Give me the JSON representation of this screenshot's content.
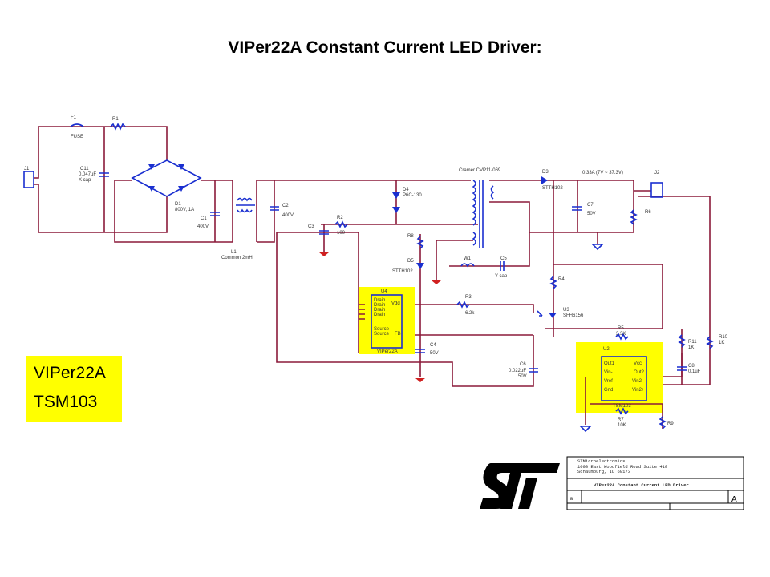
{
  "slide": {
    "title": "VIPer22A Constant Current LED Driver:",
    "chip_list": [
      "VIPer22A",
      "TSM103"
    ]
  },
  "schematic": {
    "labels": {
      "j1": "J1",
      "f1": "F1",
      "fuse": "FUSE",
      "r1": "R1",
      "c11": "C11",
      "c11_val": "0.047uF",
      "c11_type": "X cap",
      "d1": "D1",
      "d1_val": "800V, 1A",
      "c1": "C1",
      "c1_val": "400V",
      "l1": "L1",
      "l1_val": "Common 2mH",
      "c2": "C2",
      "c2_val": "400V",
      "c3": "C3",
      "r2": "R2",
      "r2_val": "100",
      "d4": "D4",
      "d4_val": "P6C-130",
      "transformer": "Cramer CVP11-069",
      "d5": "D5",
      "d5_val": "STTH102",
      "r8": "R8",
      "w1": "W1",
      "c5": "C5",
      "c5_type": "Y cap",
      "d3": "D3",
      "d3_val": "STTH102",
      "output_spec": "0.33A (7V ~ 37.3V)",
      "j2": "J2",
      "c7": "C7",
      "c7_val": "50V",
      "r6": "R6",
      "u4": "U4",
      "u4_name": "VIPer22A",
      "u4_pins": [
        "Drain",
        "Drain",
        "Drain",
        "Drain",
        "Source",
        "Source"
      ],
      "u4_vdd": "Vdd",
      "u4_fb": "FB",
      "r3": "R3",
      "r3_val": "6.2k",
      "c4": "C4",
      "c4_val": "50V",
      "c6": "C6",
      "c6_val": "0.022uF",
      "c6_v": "50V",
      "r4": "R4",
      "u3": "U3",
      "u3_val": "SFH6156",
      "r5": "R5",
      "r5_val": "3.3K",
      "u2": "U2",
      "u2_name": "TSM103",
      "u2_left_pins": [
        "Out1",
        "Vin-",
        "Vref",
        "Gnd"
      ],
      "u2_right_pins": [
        "Vcc",
        "Out2",
        "Vin2-",
        "Vin2+"
      ],
      "r7": "R7",
      "r7_val": "10K",
      "r9": "R9",
      "r11": "R11",
      "r11_val": "1K",
      "c8": "C8",
      "c8_val": "0.1uF",
      "r10": "R10",
      "r10_val": "1K"
    },
    "title_block": {
      "company": "STMicroelectronics",
      "address": "1000 East Woodfield Road Suite 410",
      "city": "Schaumburg, IL 60173",
      "doc_title": "VIPer22A Constant Current LED Driver",
      "size": "B",
      "rev": "A"
    },
    "colors": {
      "wire": "#8b1a3a",
      "component": "#1a2fd0",
      "highlight": "#ffff00"
    }
  }
}
